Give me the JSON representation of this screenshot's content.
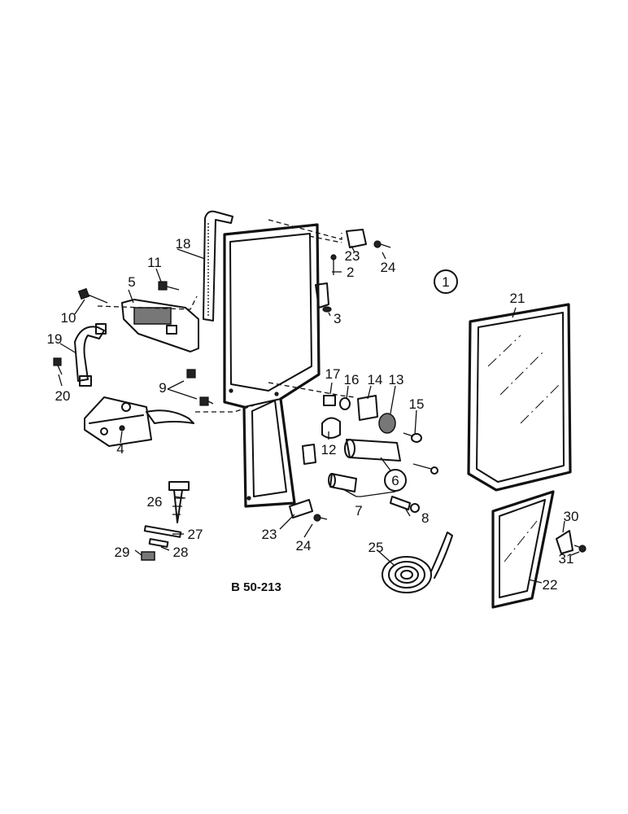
{
  "drawing_code": "B 50-213",
  "group_number": "1",
  "callouts": [
    {
      "id": "c1",
      "text": "1"
    },
    {
      "id": "c2",
      "text": "2"
    },
    {
      "id": "c3",
      "text": "3"
    },
    {
      "id": "c4",
      "text": "4"
    },
    {
      "id": "c5",
      "text": "5"
    },
    {
      "id": "c6",
      "text": "6"
    },
    {
      "id": "c7",
      "text": "7"
    },
    {
      "id": "c8",
      "text": "8"
    },
    {
      "id": "c9",
      "text": "9"
    },
    {
      "id": "c10",
      "text": "10"
    },
    {
      "id": "c11",
      "text": "11"
    },
    {
      "id": "c12",
      "text": "12"
    },
    {
      "id": "c13",
      "text": "13"
    },
    {
      "id": "c14",
      "text": "14"
    },
    {
      "id": "c15",
      "text": "15"
    },
    {
      "id": "c16",
      "text": "16"
    },
    {
      "id": "c17",
      "text": "17"
    },
    {
      "id": "c18",
      "text": "18"
    },
    {
      "id": "c19",
      "text": "19"
    },
    {
      "id": "c20",
      "text": "20"
    },
    {
      "id": "c21",
      "text": "21"
    },
    {
      "id": "c22",
      "text": "22"
    },
    {
      "id": "c23a",
      "text": "23"
    },
    {
      "id": "c23b",
      "text": "23"
    },
    {
      "id": "c24a",
      "text": "24"
    },
    {
      "id": "c24b",
      "text": "24"
    },
    {
      "id": "c25",
      "text": "25"
    },
    {
      "id": "c26",
      "text": "26"
    },
    {
      "id": "c27",
      "text": "27"
    },
    {
      "id": "c28",
      "text": "28"
    },
    {
      "id": "c29",
      "text": "29"
    },
    {
      "id": "c30",
      "text": "30"
    },
    {
      "id": "c31",
      "text": "31"
    }
  ]
}
